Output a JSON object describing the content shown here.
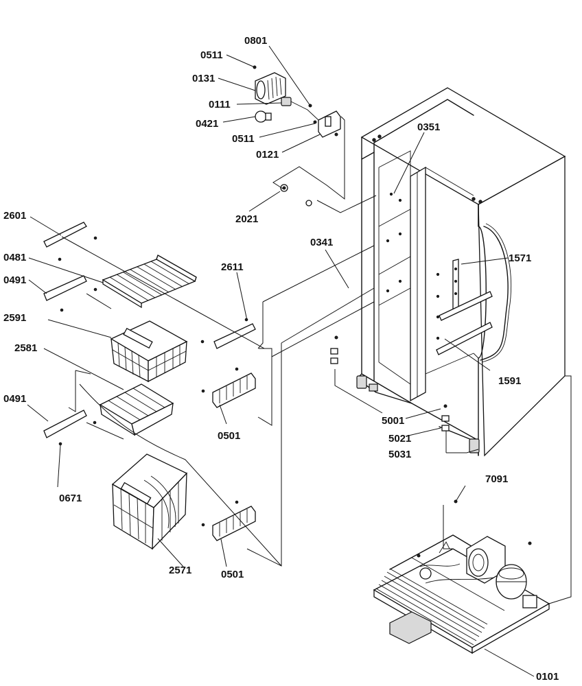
{
  "callouts": {
    "c0801": "0801",
    "c0511_top": "0511",
    "c0131": "0131",
    "c0111": "0111",
    "c0421": "0421",
    "c0511_mid": "0511",
    "c0121": "0121",
    "c0351": "0351",
    "c2021": "2021",
    "c2601": "2601",
    "c0481": "0481",
    "c0491_top": "0491",
    "c0341": "0341",
    "c2611": "2611",
    "c1571": "1571",
    "c2591": "2591",
    "c2581": "2581",
    "c1591": "1591",
    "c0491_bottom": "0491",
    "c0501_top": "0501",
    "c5001": "5001",
    "c5021": "5021",
    "c5031": "5031",
    "c0671": "0671",
    "c7091": "7091",
    "c2571": "2571",
    "c0501_bottom": "0501",
    "c0101": "0101"
  }
}
